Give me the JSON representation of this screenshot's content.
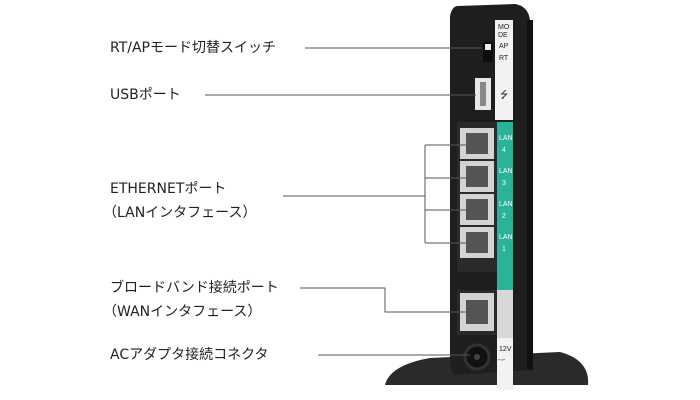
{
  "labels": {
    "mode_switch": "RT/APモード切替スイッチ",
    "usb_port": "USBポート",
    "ethernet_line1": "ETHERNETポート",
    "ethernet_line2": "（LANインタフェース）",
    "broadband_line1": "ブロードバンド接続ポート",
    "broadband_line2": "（WANインタフェース）",
    "ac_connector": "ACアダプタ接続コネクタ"
  },
  "device": {
    "mode_label_1": "MO",
    "mode_label_2": "DE",
    "ap": "AP",
    "rt": "RT",
    "lan_label": "LAN",
    "lan_ports": [
      "4",
      "3",
      "2",
      "1"
    ],
    "power_label": "12V"
  },
  "colors": {
    "body": "#1e1e1e",
    "lan_strip": "#2bb39a",
    "line": "#555555"
  }
}
